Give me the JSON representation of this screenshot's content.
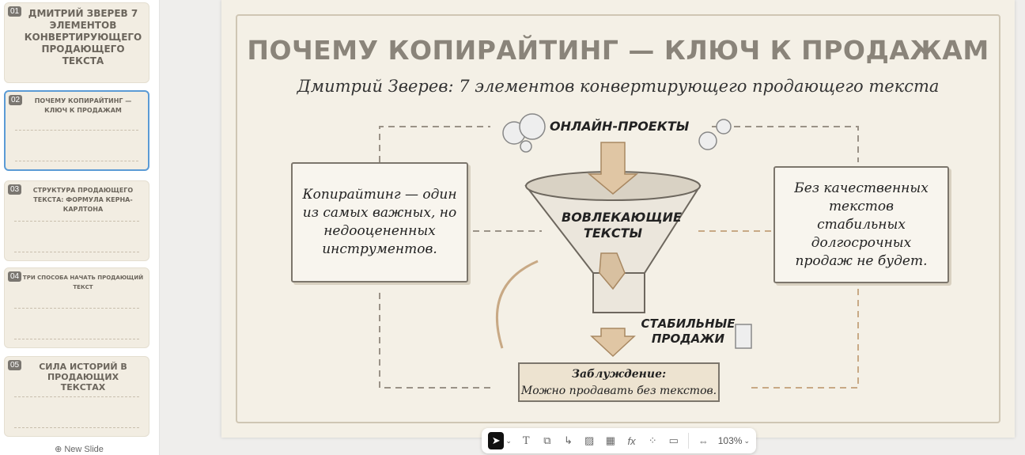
{
  "sidebar": {
    "slides": [
      {
        "num": "01",
        "title": "ДМИТРИЙ ЗВЕРЕВ 7 ЭЛЕМЕНТОВ КОНВЕРТИРУЮЩЕГО ПРОДАЮЩЕГО ТЕКСТА"
      },
      {
        "num": "02",
        "title": "ПОЧЕМУ КОПИРАЙТИНГ — КЛЮЧ К ПРОДАЖАМ"
      },
      {
        "num": "03",
        "title": "СТРУКТУРА ПРОДАЮЩЕГО ТЕКСТА: ФОРМУЛА КЕРНА-КАРЛТОНА"
      },
      {
        "num": "04",
        "title": "ТРИ СПОСОБА НАЧАТЬ ПРОДАЮЩИЙ ТЕКСТ"
      },
      {
        "num": "05",
        "title": "СИЛА ИСТОРИЙ В ПРОДАЮЩИХ ТЕКСТАХ"
      }
    ],
    "new_slide_label": "⊕ New Slide"
  },
  "slide": {
    "title": "ПОЧЕМУ КОПИРАЙТИНГ — КЛЮЧ К ПРОДАЖАМ",
    "subtitle": "Дмитрий Зверев: 7 элементов конвертирующего продающего текста",
    "left_box": "Копирайтинг — один из самых важных, но недооцененных инструментов.",
    "right_box": "Без качественных текстов стабильных долгосрочных продаж не будет.",
    "top_label": "ОНЛАЙН-ПРОЕКТЫ",
    "funnel_label": "ВОВЛЕКАЮЩИЕ ТЕКСТЫ",
    "sales_label": "СТАБИЛЬНЫЕ ПРОДАЖИ",
    "banner_title": "Заблуждение:",
    "banner_text": "Можно продавать без текстов."
  },
  "toolbar": {
    "zoom": "103%",
    "tools": [
      "select",
      "text",
      "shapes",
      "connector",
      "image",
      "table",
      "formula",
      "components",
      "embed",
      "fit"
    ]
  }
}
